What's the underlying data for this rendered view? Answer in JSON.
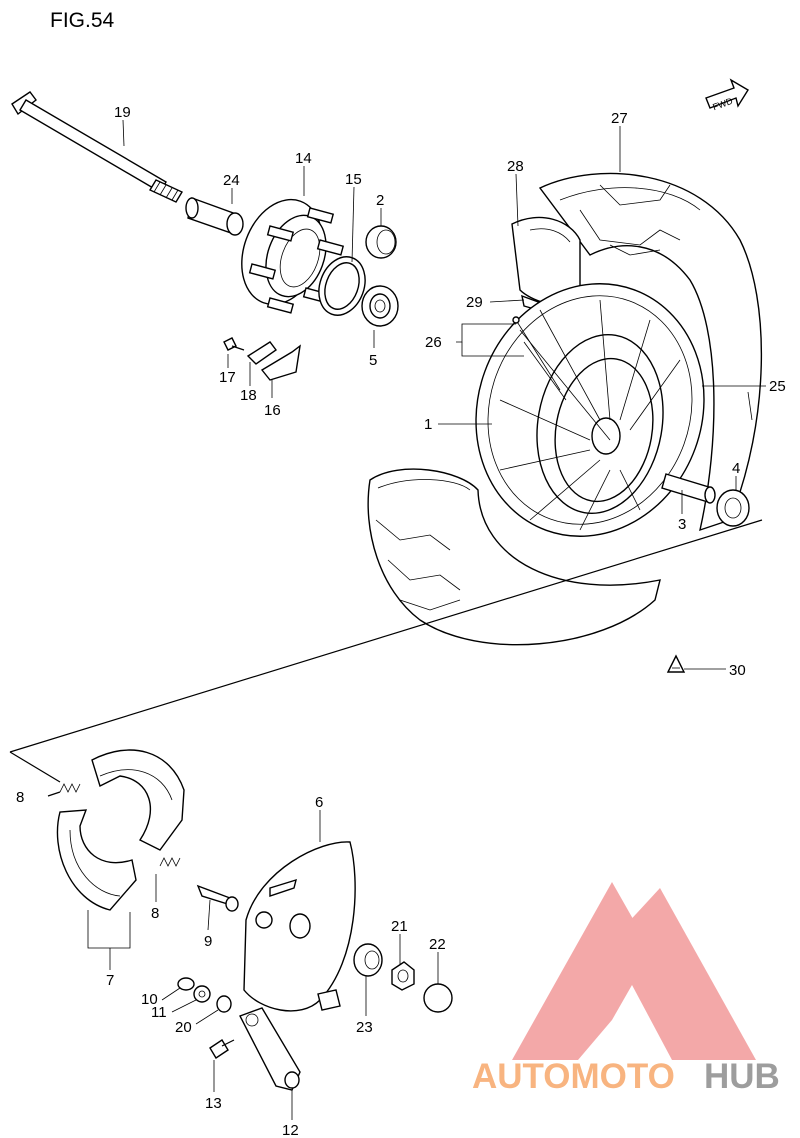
{
  "figure": {
    "title": "FIG.54"
  },
  "fwd_label": "FWD",
  "callouts": [
    {
      "id": "c19",
      "text": "19"
    },
    {
      "id": "c24",
      "text": "24"
    },
    {
      "id": "c14",
      "text": "14"
    },
    {
      "id": "c15",
      "text": "15"
    },
    {
      "id": "c2",
      "text": "2"
    },
    {
      "id": "c5",
      "text": "5"
    },
    {
      "id": "c17",
      "text": "17"
    },
    {
      "id": "c18",
      "text": "18"
    },
    {
      "id": "c16",
      "text": "16"
    },
    {
      "id": "c27",
      "text": "27"
    },
    {
      "id": "c28",
      "text": "28"
    },
    {
      "id": "c29",
      "text": "29"
    },
    {
      "id": "c26",
      "text": "26"
    },
    {
      "id": "c1",
      "text": "1"
    },
    {
      "id": "c25",
      "text": "25"
    },
    {
      "id": "c4",
      "text": "4"
    },
    {
      "id": "c3",
      "text": "3"
    },
    {
      "id": "c30",
      "text": "30"
    },
    {
      "id": "c8a",
      "text": "8"
    },
    {
      "id": "c8b",
      "text": "8"
    },
    {
      "id": "c7",
      "text": "7"
    },
    {
      "id": "c6",
      "text": "6"
    },
    {
      "id": "c9",
      "text": "9"
    },
    {
      "id": "c21",
      "text": "21"
    },
    {
      "id": "c22",
      "text": "22"
    },
    {
      "id": "c10",
      "text": "10"
    },
    {
      "id": "c11",
      "text": "11"
    },
    {
      "id": "c20",
      "text": "20"
    },
    {
      "id": "c23",
      "text": "23"
    },
    {
      "id": "c13",
      "text": "13"
    },
    {
      "id": "c12",
      "text": "12"
    }
  ],
  "watermark": {
    "part1": "AUTOMOTO",
    "part2": "HUB",
    "color1": "#f7a86a",
    "color2": "#8c8c8c",
    "logo_color": "#f29a9a"
  },
  "colors": {
    "line": "#000000",
    "background": "#ffffff"
  }
}
